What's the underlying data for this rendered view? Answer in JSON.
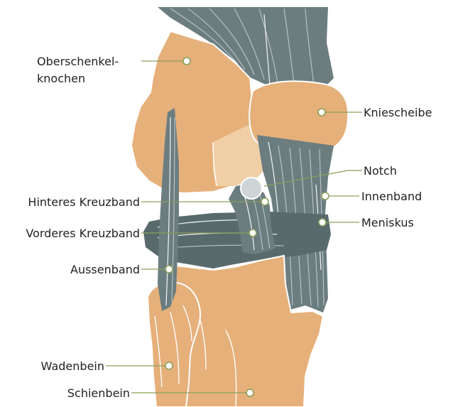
{
  "labels": {
    "oberschenkel_1": "Oberschenkel-",
    "oberschenkel_2": "knochen",
    "kniescheibe": "Kniescheibe",
    "notch": "Notch",
    "hinteres_kreuzband": "Hinteres Kreuzband",
    "innenband": "Innenband",
    "vorderes_kreuzband": "Vorderes Kreuzband",
    "meniskus": "Meniskus",
    "aussenband": "Aussenband",
    "wadenbein": "Wadenbein",
    "schienbein": "Schienbein"
  },
  "colors": {
    "bone": "#e6b07a",
    "bone_light": "#f1cfa6",
    "ligament": "#6c7d80",
    "leader": "#8aa05a",
    "text": "#222222"
  }
}
